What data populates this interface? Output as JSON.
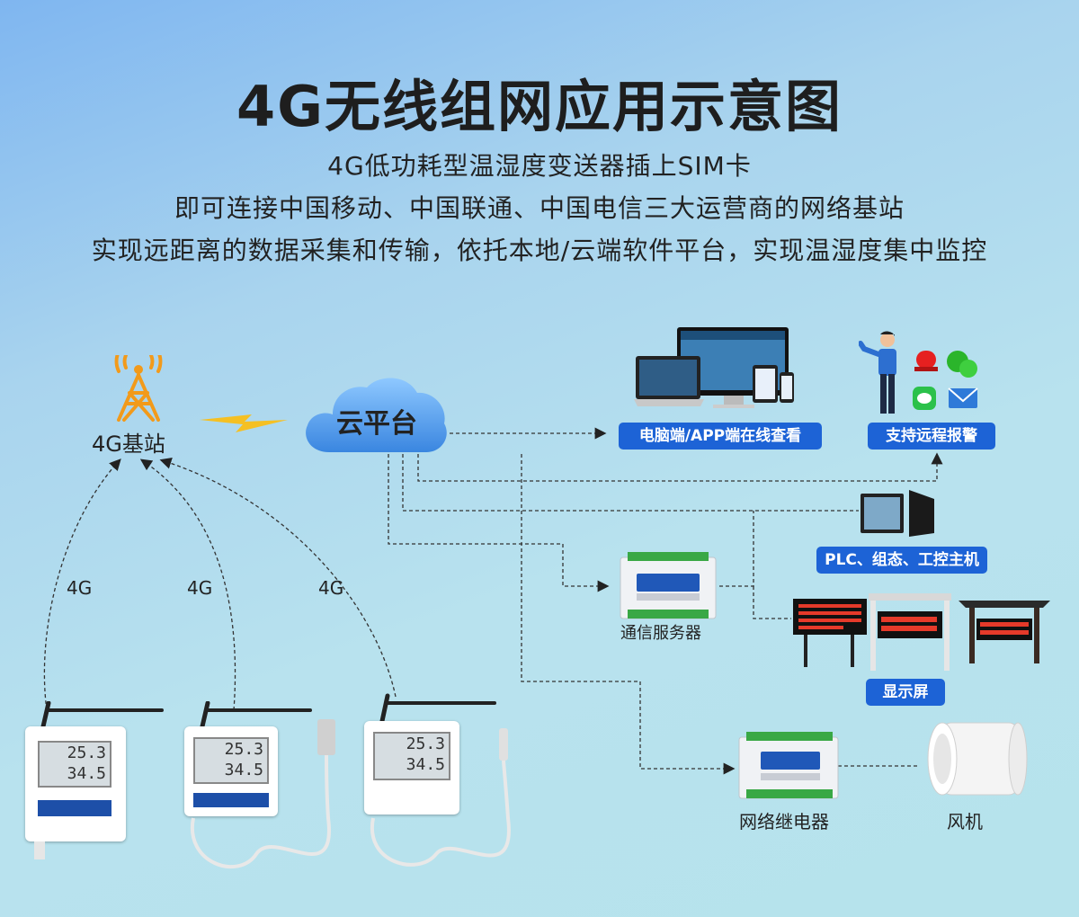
{
  "title": "4G无线组网应用示意图",
  "subtitle_lines": [
    "4G低功耗型温湿度变送器插上SIM卡",
    "即可连接中国移动、中国联通、中国电信三大运营商的网络基站",
    "实现远距离的数据采集和传输，依托本地/云端软件平台，实现温湿度集中监控"
  ],
  "base_station_label": "4G基站",
  "cloud_label": "云平台",
  "link_labels": [
    "4G",
    "4G",
    "4G"
  ],
  "tags": {
    "pc_app": "电脑端/APP端在线查看",
    "alarm": "支持远程报警",
    "plc": "PLC、组态、工控主机",
    "display": "显示屏"
  },
  "device_labels": {
    "comm_server": "通信服务器",
    "relay": "网络继电器",
    "fan": "风机"
  },
  "sensor_readings": {
    "temp": "25.3",
    "hum": "34.5"
  },
  "colors": {
    "tag_blue": "#1d63d6",
    "tower_orange": "#f29a1a"
  }
}
